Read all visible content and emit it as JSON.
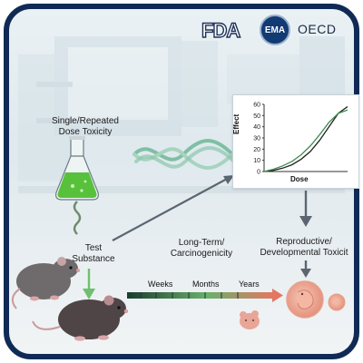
{
  "logos": {
    "fda": "FDA",
    "ema": "EMA",
    "oecd": "OECD"
  },
  "labels": {
    "single_repeated": "Single/Repeated\nDose Toxicity",
    "test_substance": "Test\nSubstance",
    "long_term": "Long-Term/\nCarcinogenicity",
    "reproductive": "Reproductive/\nDevelopmental Toxicit"
  },
  "timeline": {
    "ticks": [
      "Weeks",
      "Months",
      "Years"
    ]
  },
  "chart_data": {
    "type": "line",
    "xlabel": "Dose",
    "ylabel": "Effect",
    "ylim": [
      0,
      60
    ],
    "yticks": [
      0,
      10,
      20,
      30,
      40,
      50,
      60
    ],
    "series": [
      {
        "color": "#222222",
        "x": [
          0,
          1,
          2,
          3,
          4,
          5,
          6,
          7,
          8,
          9
        ],
        "values": [
          0,
          1,
          3,
          6,
          11,
          18,
          28,
          40,
          52,
          58
        ]
      },
      {
        "color": "#3c8f4f",
        "x": [
          0,
          1,
          2,
          3,
          4,
          5,
          6,
          7,
          8,
          9
        ],
        "values": [
          0,
          2,
          5,
          9,
          15,
          23,
          33,
          44,
          52,
          55
        ]
      }
    ]
  },
  "colors": {
    "frame": "#0f2a55",
    "flask_liquid": "#58c13c",
    "dna": "#7fbfa4",
    "arrow": "#5c6670",
    "timeline_gradient": [
      "#1a3d2e",
      "#69b16b",
      "#e37762"
    ]
  }
}
